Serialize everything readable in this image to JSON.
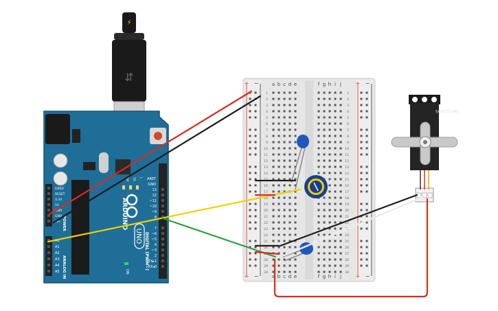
{
  "arduino": {
    "brand": "ARDUINO",
    "model": "UNO",
    "aref": "AREF",
    "gnd": "GND",
    "digital_label": "DIGITAL (PWM~)",
    "power_label": "POWER",
    "analog_label": "ANALOG IN",
    "on_label": "ON",
    "led_labels": [
      "L",
      "TX",
      "RX"
    ],
    "digital_pins": [
      "13",
      "12",
      "~11",
      "~10",
      "~9",
      "8",
      "7",
      "~6",
      "~5",
      "4",
      "~3",
      "2",
      "TX▸1",
      "RX◂0"
    ],
    "power_pins": [
      "IOREF",
      "RESET",
      "3.3V",
      "5V",
      "GND",
      "GND",
      "Vin"
    ],
    "analog_pins": [
      "A0",
      "A1",
      "A2",
      "A3",
      "A4",
      "A5"
    ]
  },
  "breadboard": {
    "rail_plus": "+",
    "rail_minus": "−",
    "cols_left": [
      "a",
      "b",
      "c",
      "d",
      "e"
    ],
    "cols_right": [
      "f",
      "g",
      "h",
      "i",
      "j"
    ],
    "row_numbers": [
      "1",
      "2",
      "3",
      "4",
      "5",
      "6",
      "7",
      "8",
      "9",
      "10",
      "11",
      "12",
      "13",
      "14",
      "15",
      "16",
      "17",
      "18",
      "19",
      "20",
      "21",
      "22",
      "23",
      "24",
      "25",
      "26",
      "27",
      "28",
      "29",
      "30"
    ]
  },
  "servo": {
    "model": "SM-S2309S"
  },
  "colors": {
    "board": "#1f6e97",
    "wire_red": "#d62d20",
    "wire_black": "#1d1d1d",
    "wire_yellow": "#f0d000",
    "wire_green": "#2ea043",
    "wire_white": "#ffffff",
    "capacitor": "#2157b8",
    "pot": "#1a3f8c"
  }
}
